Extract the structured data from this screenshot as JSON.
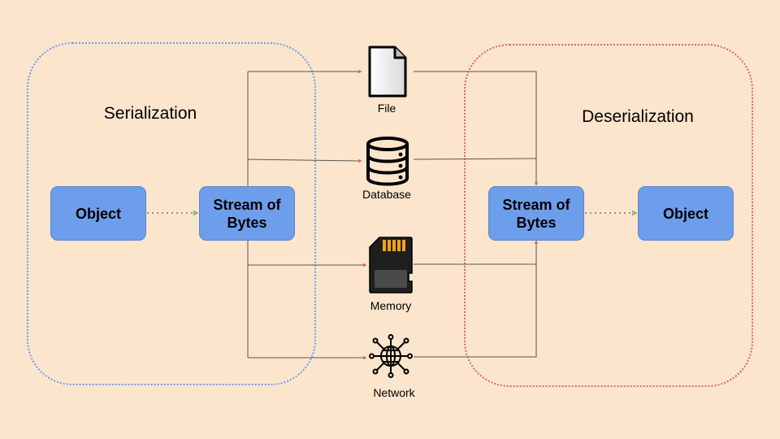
{
  "regions": {
    "serialization": {
      "title": "Serialization",
      "border_color": "#6d9eeb"
    },
    "deserialization": {
      "title": "Deserialization",
      "border_color": "#e06666"
    }
  },
  "nodes": {
    "object_left": "Object",
    "stream_left": "Stream of Bytes",
    "stream_right": "Stream of Bytes",
    "object_right": "Object"
  },
  "storage": {
    "file": {
      "label": "File",
      "icon": "file-icon"
    },
    "database": {
      "label": "Database",
      "icon": "database-icon"
    },
    "memory": {
      "label": "Memory",
      "icon": "memory-card-icon"
    },
    "network": {
      "label": "Network",
      "icon": "network-icon"
    }
  },
  "colors": {
    "background": "#fce5cd",
    "node_fill": "#6d9eeb",
    "arrow_red": "#e06666",
    "arrow_green": "#93c47d"
  }
}
